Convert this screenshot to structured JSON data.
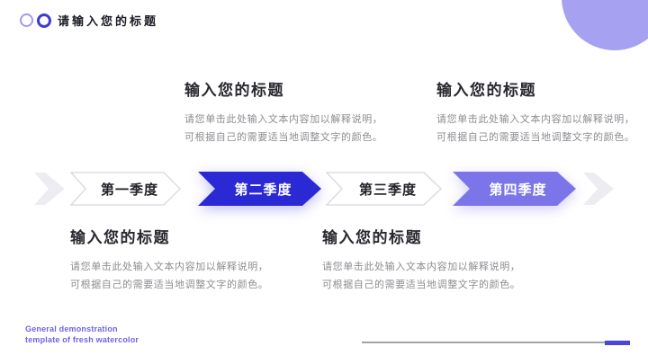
{
  "header": {
    "title": "请输入您的标题"
  },
  "blocks": [
    {
      "title": "输入您的标题",
      "body_line1": "请您单击此处输入文本内容加以解释说明，",
      "body_line2": "可根据自己的需要适当地调整文字的颜色。"
    },
    {
      "title": "输入您的标题",
      "body_line1": "请您单击此处输入文本内容加以解释说明，",
      "body_line2": "可根据自己的需要适当地调整文字的颜色。"
    },
    {
      "title": "输入您的标题",
      "body_line1": "请您单击此处输入文本内容加以解释说明，",
      "body_line2": "可根据自己的需要适当地调整文字的颜色。"
    },
    {
      "title": "输入您的标题",
      "body_line1": "请您单击此处输入文本内容加以解释说明，",
      "body_line2": "可根据自己的需要适当地调整文字的颜色。"
    }
  ],
  "timeline": [
    {
      "label": "第一季度",
      "variant": "white"
    },
    {
      "label": "第二季度",
      "variant": "blue"
    },
    {
      "label": "第三季度",
      "variant": "white"
    },
    {
      "label": "第四季度",
      "variant": "purple"
    }
  ],
  "footer": {
    "line1": "General demonstration",
    "line2": "template of fresh watercolor"
  },
  "colors": {
    "accent_blue": "#2b29d4",
    "accent_purple": "#7b75e9",
    "lavender_circle": "#a6a1f0",
    "circle1_outline": "#a09bee",
    "circle2_outline": "#3f3bd3",
    "white_arrow_fill": "#ffffff",
    "white_arrow_border": "#dcdce0",
    "faint_chevron": "#ededf1",
    "footer_purple": "#6e65e2",
    "footer_line_gray": "#a2a2aa",
    "footer_tick_blue": "#4a47d7"
  }
}
